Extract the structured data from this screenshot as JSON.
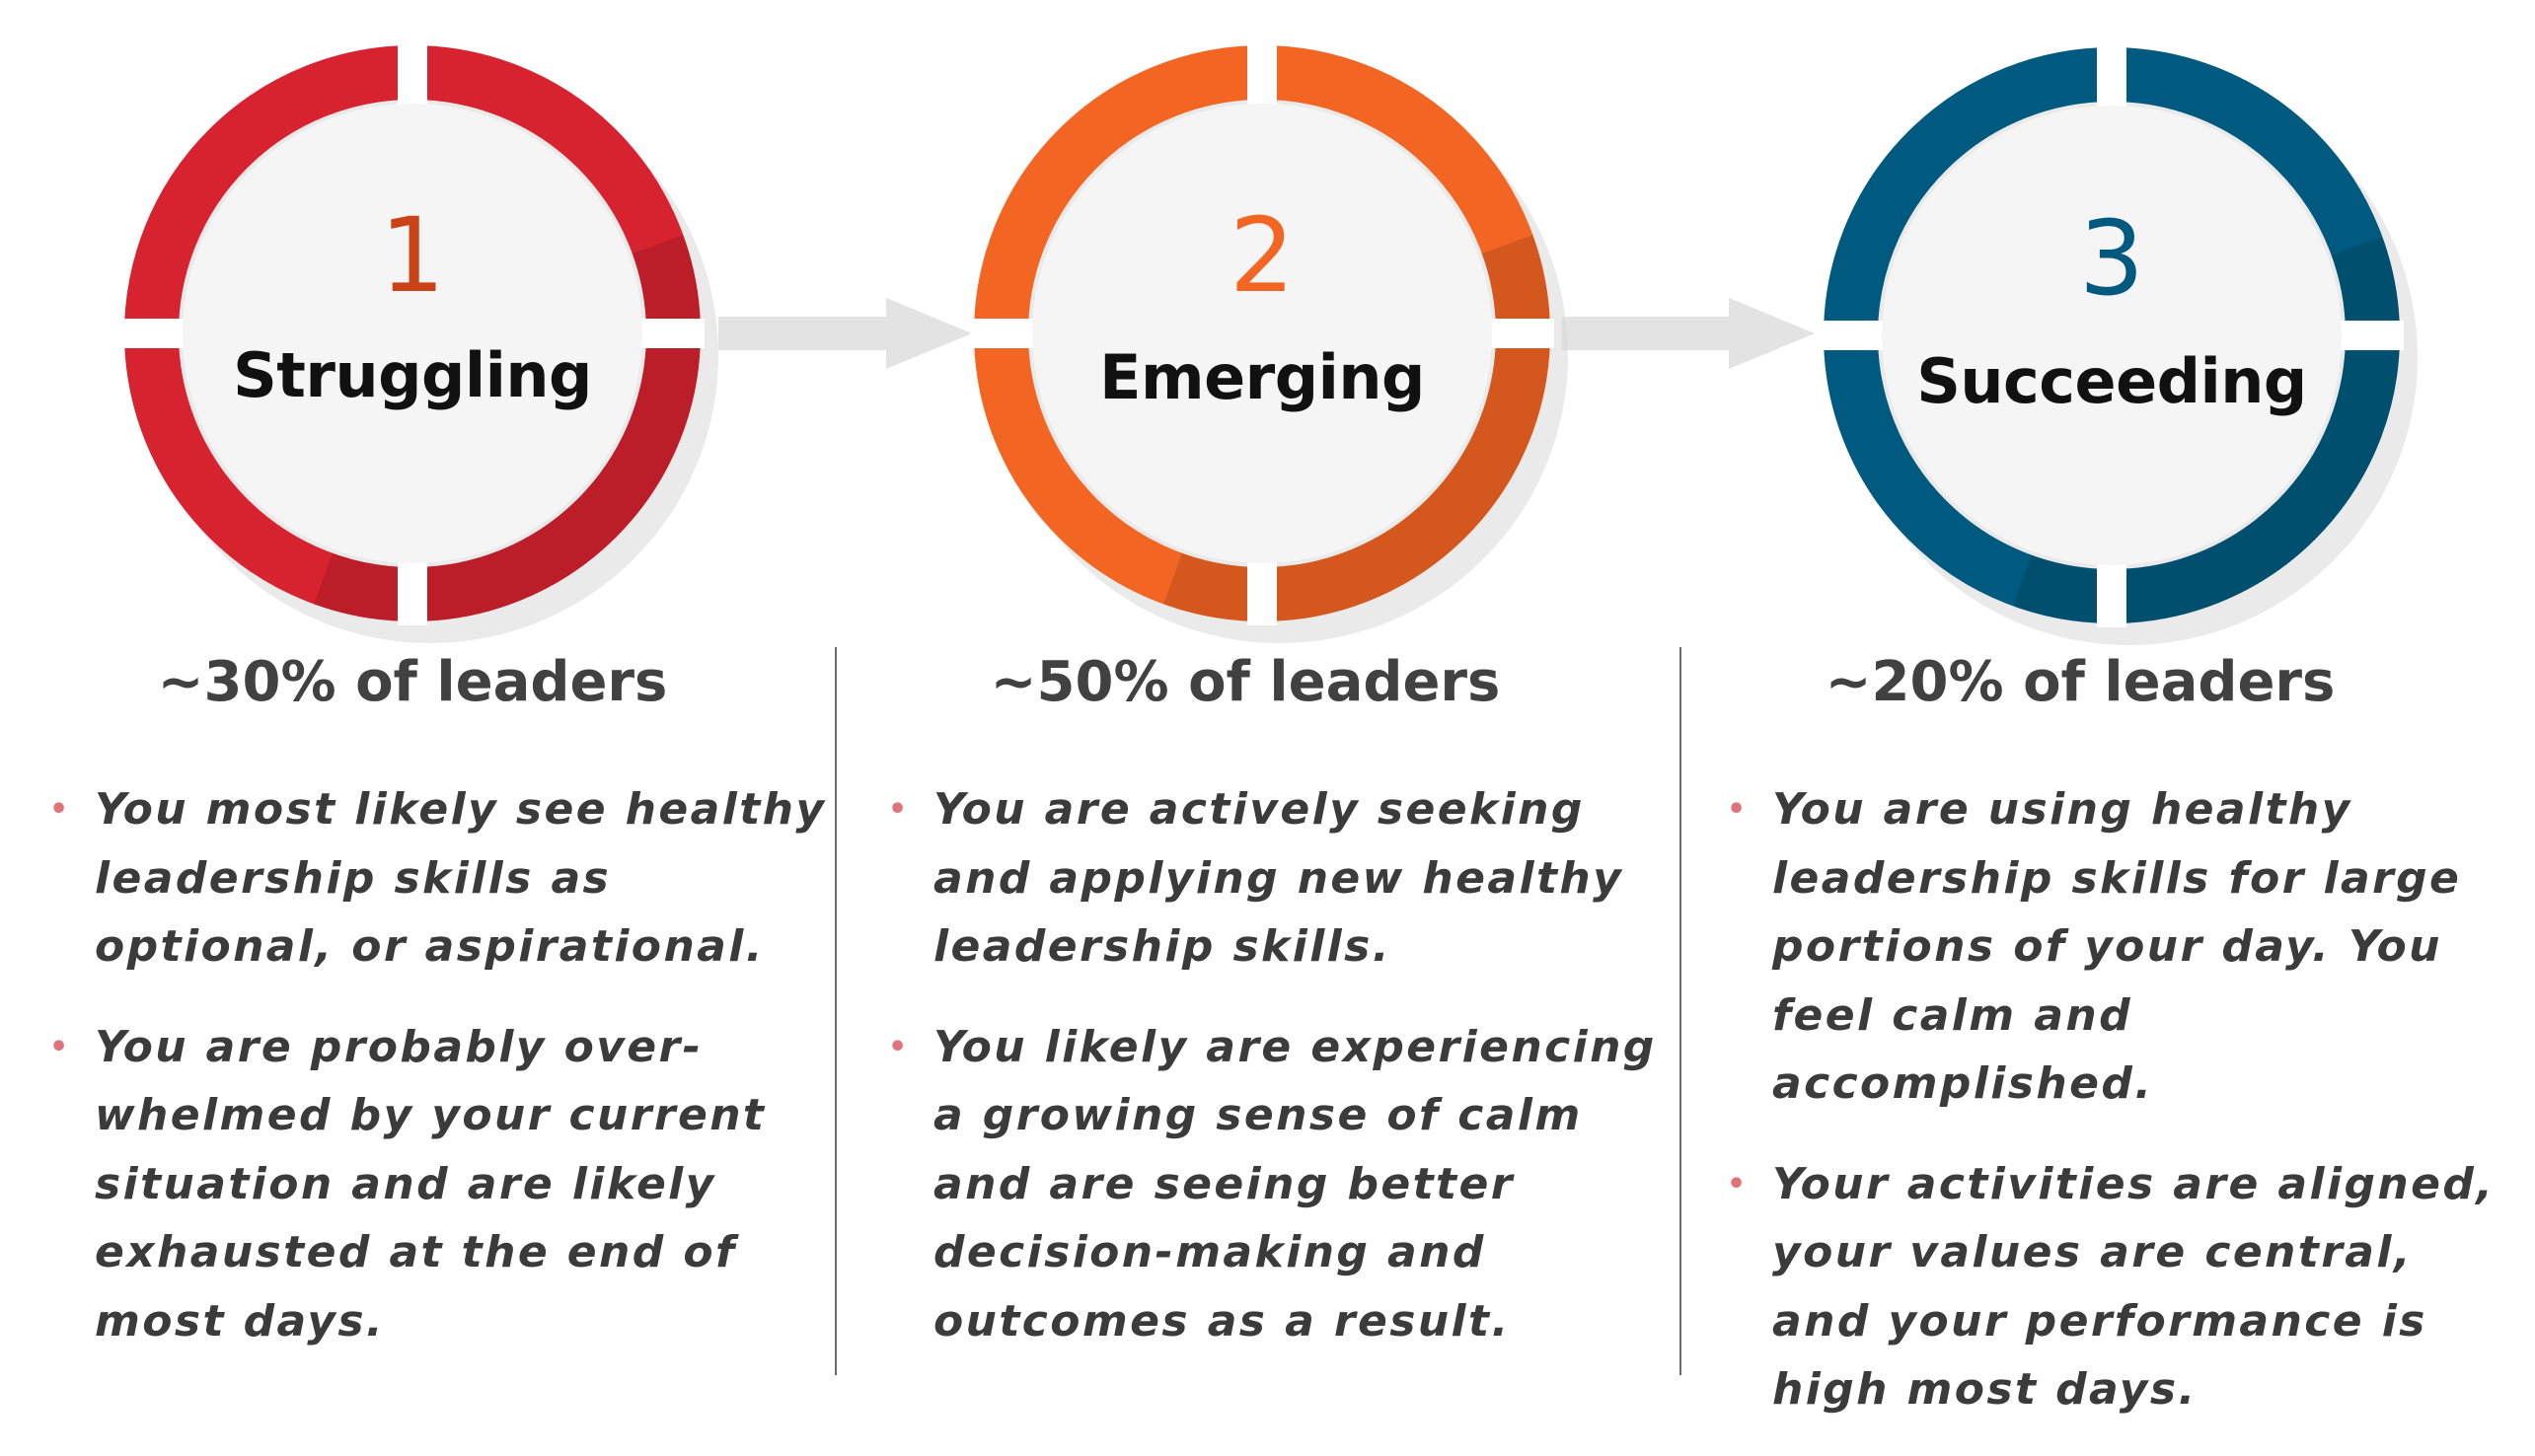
{
  "steps": [
    {
      "number": "1",
      "label": "Struggling",
      "percent": "~30% of leaders",
      "color": "#d7232f",
      "number_color": "#c94316",
      "bullets": [
        "You most likely see healthy leadership skills as optional, or aspirational.",
        "You are probably over-whelmed by your current situation and are likely exhausted at the end of most days."
      ]
    },
    {
      "number": "2",
      "label": "Emerging",
      "percent": "~50% of leaders",
      "color": "#f26522",
      "number_color": "#f26522",
      "bullets": [
        "You are actively seeking and applying new healthy leadership skills.",
        "You likely are experiencing a growing sense of calm and are seeing better decision-making and outcomes as a result."
      ]
    },
    {
      "number": "3",
      "label": "Succeeding",
      "percent": "~20% of leaders",
      "color": "#005a7f",
      "number_color": "#005a7f",
      "bullets": [
        "You are using healthy leadership skills for large portions of your day. You feel calm and accomplished.",
        "Your activities are aligned, your values are central, and your performance is high most days."
      ]
    }
  ],
  "colors": {
    "arrow": "#e3e3e3",
    "bullet_dot": "#e0727a",
    "inner_circle": "#f5f5f5",
    "shadow": "#d9d9d9"
  }
}
